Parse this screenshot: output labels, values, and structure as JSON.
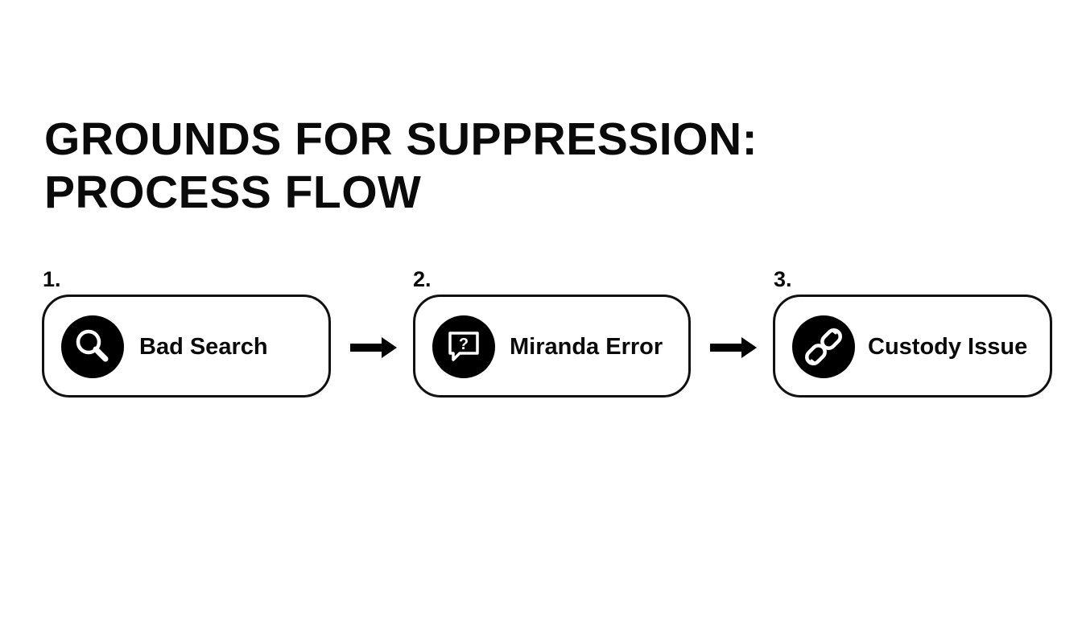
{
  "diagram": {
    "title_lines": [
      "GROUNDS FOR SUPPRESSION:",
      "PROCESS FLOW"
    ],
    "steps": [
      {
        "number": "1.",
        "label": "Bad Search",
        "icon": "magnifying-glass-icon"
      },
      {
        "number": "2.",
        "label": "Miranda Error",
        "icon": "speech-bubble-question-icon"
      },
      {
        "number": "3.",
        "label": "Custody Issue",
        "icon": "broken-chain-link-icon"
      }
    ],
    "connectors": [
      "right-arrow",
      "right-arrow"
    ],
    "colors": {
      "foreground": "#0a0a0a",
      "icon_background": "#000000",
      "background": "#ffffff"
    }
  }
}
